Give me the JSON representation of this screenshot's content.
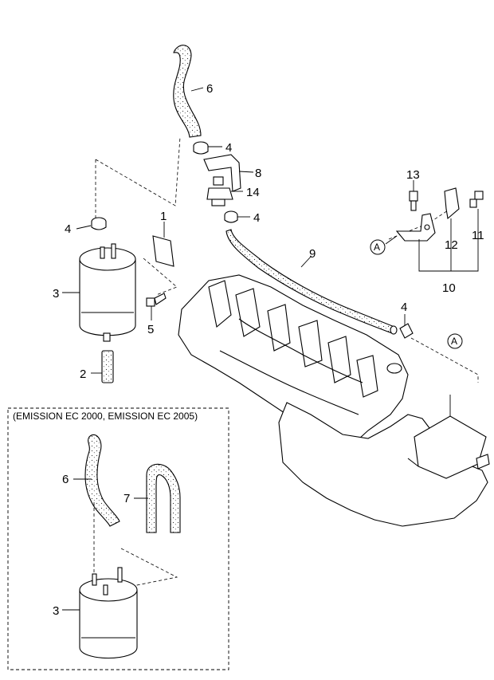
{
  "diagram": {
    "variant_box_label": "(EMISSION EC 2000, EMISSION EC 2005)",
    "reference_marker": "A",
    "callouts": {
      "hose_upper": "6",
      "clamp_upper": "4",
      "bracket_upper": "8",
      "valve": "14",
      "clamp_lower": "4",
      "pipe": "9",
      "clamp_pipe_end": "4",
      "canister_cap_clamp": "4",
      "mount_bracket": "1",
      "canister": "3",
      "bolt": "5",
      "drain_hose": "2",
      "bolt_13": "13",
      "bolt_11": "11",
      "bracket_12": "12",
      "bracket_assembly": "10",
      "hose_variant_6": "6",
      "hose_variant_7": "7",
      "canister_variant": "3"
    }
  }
}
